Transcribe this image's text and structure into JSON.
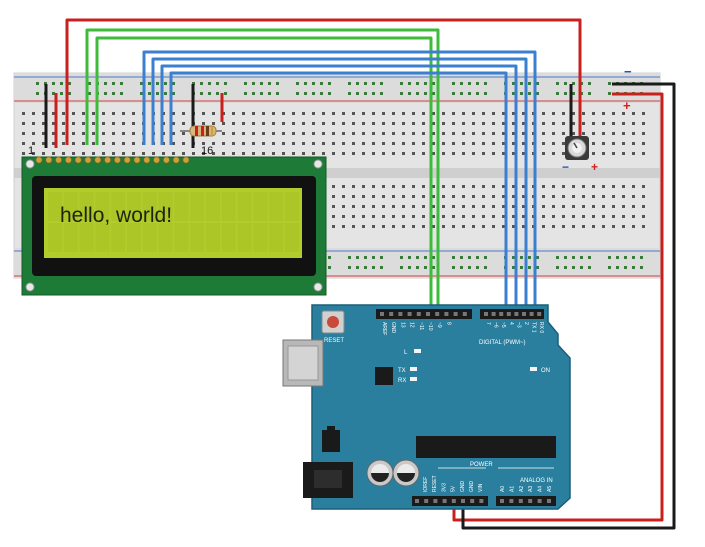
{
  "lcd": {
    "text": "hello, world!",
    "pin_first_label": "1",
    "pin_last_label": "16"
  },
  "breadboard": {
    "rail_minus": "−",
    "rail_plus": "+"
  },
  "potentiometer": {
    "minus": "−",
    "plus": "+"
  },
  "arduino": {
    "reset_label": "RESET",
    "digital_header": "DIGITAL (PWM~)",
    "power_header": "POWER",
    "analog_header": "ANALOG IN",
    "led_l": "L",
    "led_tx": "TX",
    "led_rx": "RX",
    "led_on": "ON",
    "digital_pins": [
      "AREF",
      "GND",
      "13",
      "12",
      "~11",
      "~10",
      "~9",
      "8",
      "7",
      "~6",
      "~5",
      "4",
      "~3",
      "2",
      "TX 1",
      "RX 0"
    ],
    "power_pins": [
      "IOREF",
      "RESET",
      "3V3",
      "5V",
      "GND",
      "GND",
      "VIN"
    ],
    "analog_pins": [
      "A0",
      "A1",
      "A2",
      "A3",
      "A4",
      "A5"
    ]
  },
  "colors": {
    "wire_red": "#c8201c",
    "wire_green": "#3dbb3a",
    "wire_blue": "#3b7fd0",
    "wire_black": "#1a1a1a",
    "lcd_screen": "#b3cc2c",
    "pcb_green": "#1d7a37",
    "arduino_blue": "#2a7f9e"
  }
}
